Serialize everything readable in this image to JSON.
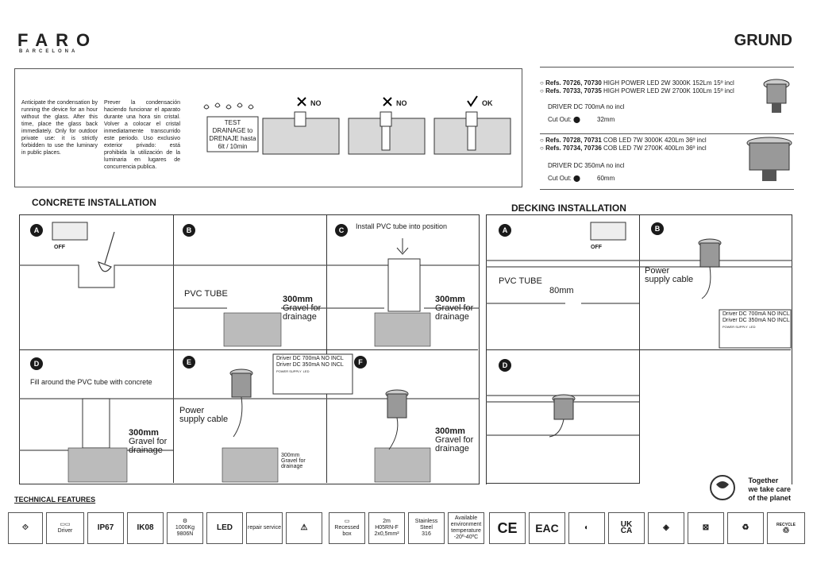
{
  "brand": {
    "name": "FARO",
    "sub": "BARCELONA"
  },
  "product": "GRUND",
  "warning": {
    "en": "Anticipate the condensation by running the device for an hour without the glass. After this time, place the glass back immediately. Only for outdoor private use: it is strictly forbidden to use the luminary in public places.",
    "es": "Prever la condensación haciendo funcionar el aparato durante una hora sin cristal. Volver a colocar el cristal inmediatamente transcurrido este periodo. Uso exclusivo exterior privado: está prohibida la utilización de la luminaria en lugares de concurrencia publica.",
    "test": [
      "TEST",
      "DRAINAGE to",
      "DRENAJE hasta",
      "6lt / 10min"
    ],
    "no1": "NO",
    "no2": "NO",
    "ok": "OK"
  },
  "refs": {
    "r1": {
      "a": "Refs. 70726, 70730",
      "a_desc": "HIGH POWER LED 2W 3000K 152Lm 15º incl",
      "b": "Refs. 70733, 70735",
      "b_desc": "HIGH POWER LED 2W 2700K 100Lm 15º incl",
      "driver": "DRIVER DC 700mA no incl",
      "cutout_label": "Cut Out:",
      "cutout": "32mm"
    },
    "r2": {
      "a": "Refs. 70728, 70731",
      "a_desc": "COB LED 7W 3000K 420Lm 36º incl",
      "b": "Refs. 70734, 70736",
      "b_desc": "COB LED 7W 2700K 400Lm 36º incl",
      "driver": "DRIVER DC 350mA no incl",
      "cutout_label": "Cut Out:",
      "cutout": "60mm"
    }
  },
  "concrete": {
    "title": "CONCRETE INSTALLATION",
    "a_badge": "A",
    "a_off": "OFF",
    "b_badge": "B",
    "b_tube": "PVC TUBE",
    "b_mm": "300mm",
    "b_g1": "Gravel for",
    "b_g2": "drainage",
    "c_badge": "C",
    "c_text": "Install PVC tube into position",
    "c_mm": "300mm",
    "c_g1": "Gravel for",
    "c_g2": "drainage",
    "d_badge": "D",
    "d_text": "Fill around the PVC tube with concrete",
    "d_mm": "300mm",
    "d_g1": "Gravel for",
    "d_g2": "drainage",
    "e_badge": "E",
    "e_p1": "Power",
    "e_p2": "supply cable",
    "e_d1": "Driver DC 700mA NO INCL",
    "e_d2": "Driver DC 350mA NO INCL",
    "e_ps": "POWER SUPPLY",
    "e_led": "LED",
    "e_mm": "300mm",
    "e_g1": "Gravel for",
    "e_g2": "drainage",
    "f_badge": "F",
    "f_mm": "300mm",
    "f_g1": "Gravel for",
    "f_g2": "drainage"
  },
  "decking": {
    "title": "DECKING INSTALLATION",
    "a_badge": "A",
    "a_off": "OFF",
    "a_tube": "PVC TUBE",
    "a_mm": "80mm",
    "b_badge": "B",
    "b_p1": "Power",
    "b_p2": "supply cable",
    "b_d1": "Driver DC 700mA NO INCL",
    "b_d2": "Driver DC 350mA NO INCL",
    "b_ps": "POWER SUPPLY",
    "b_led": "LED",
    "d_badge": "D"
  },
  "features": {
    "title": "TECHNICAL FEATURES",
    "driver": "Driver",
    "ip": "IP67",
    "ik": "IK08",
    "load1": "1000Kg",
    "load2": "9806N",
    "led": "LED",
    "repair": "repair service",
    "recessed1": "Recessed",
    "recessed2": "box",
    "cable1": "2m",
    "cable2": "H05RN-F",
    "cable3": "2x0,5mm²",
    "steel1": "Stainless",
    "steel2": "Steel",
    "steel3": "316",
    "env1": "Available",
    "env2": "environment",
    "env3": "temperature",
    "env4": "-20º-40ºC",
    "ce": "CE",
    "eac": "EAC",
    "ukca1": "UK",
    "ukca2": "CA",
    "recycle": "RECYCLE"
  },
  "eco": {
    "l1": "Together",
    "l2": "we take care",
    "l3": "of the planet"
  }
}
